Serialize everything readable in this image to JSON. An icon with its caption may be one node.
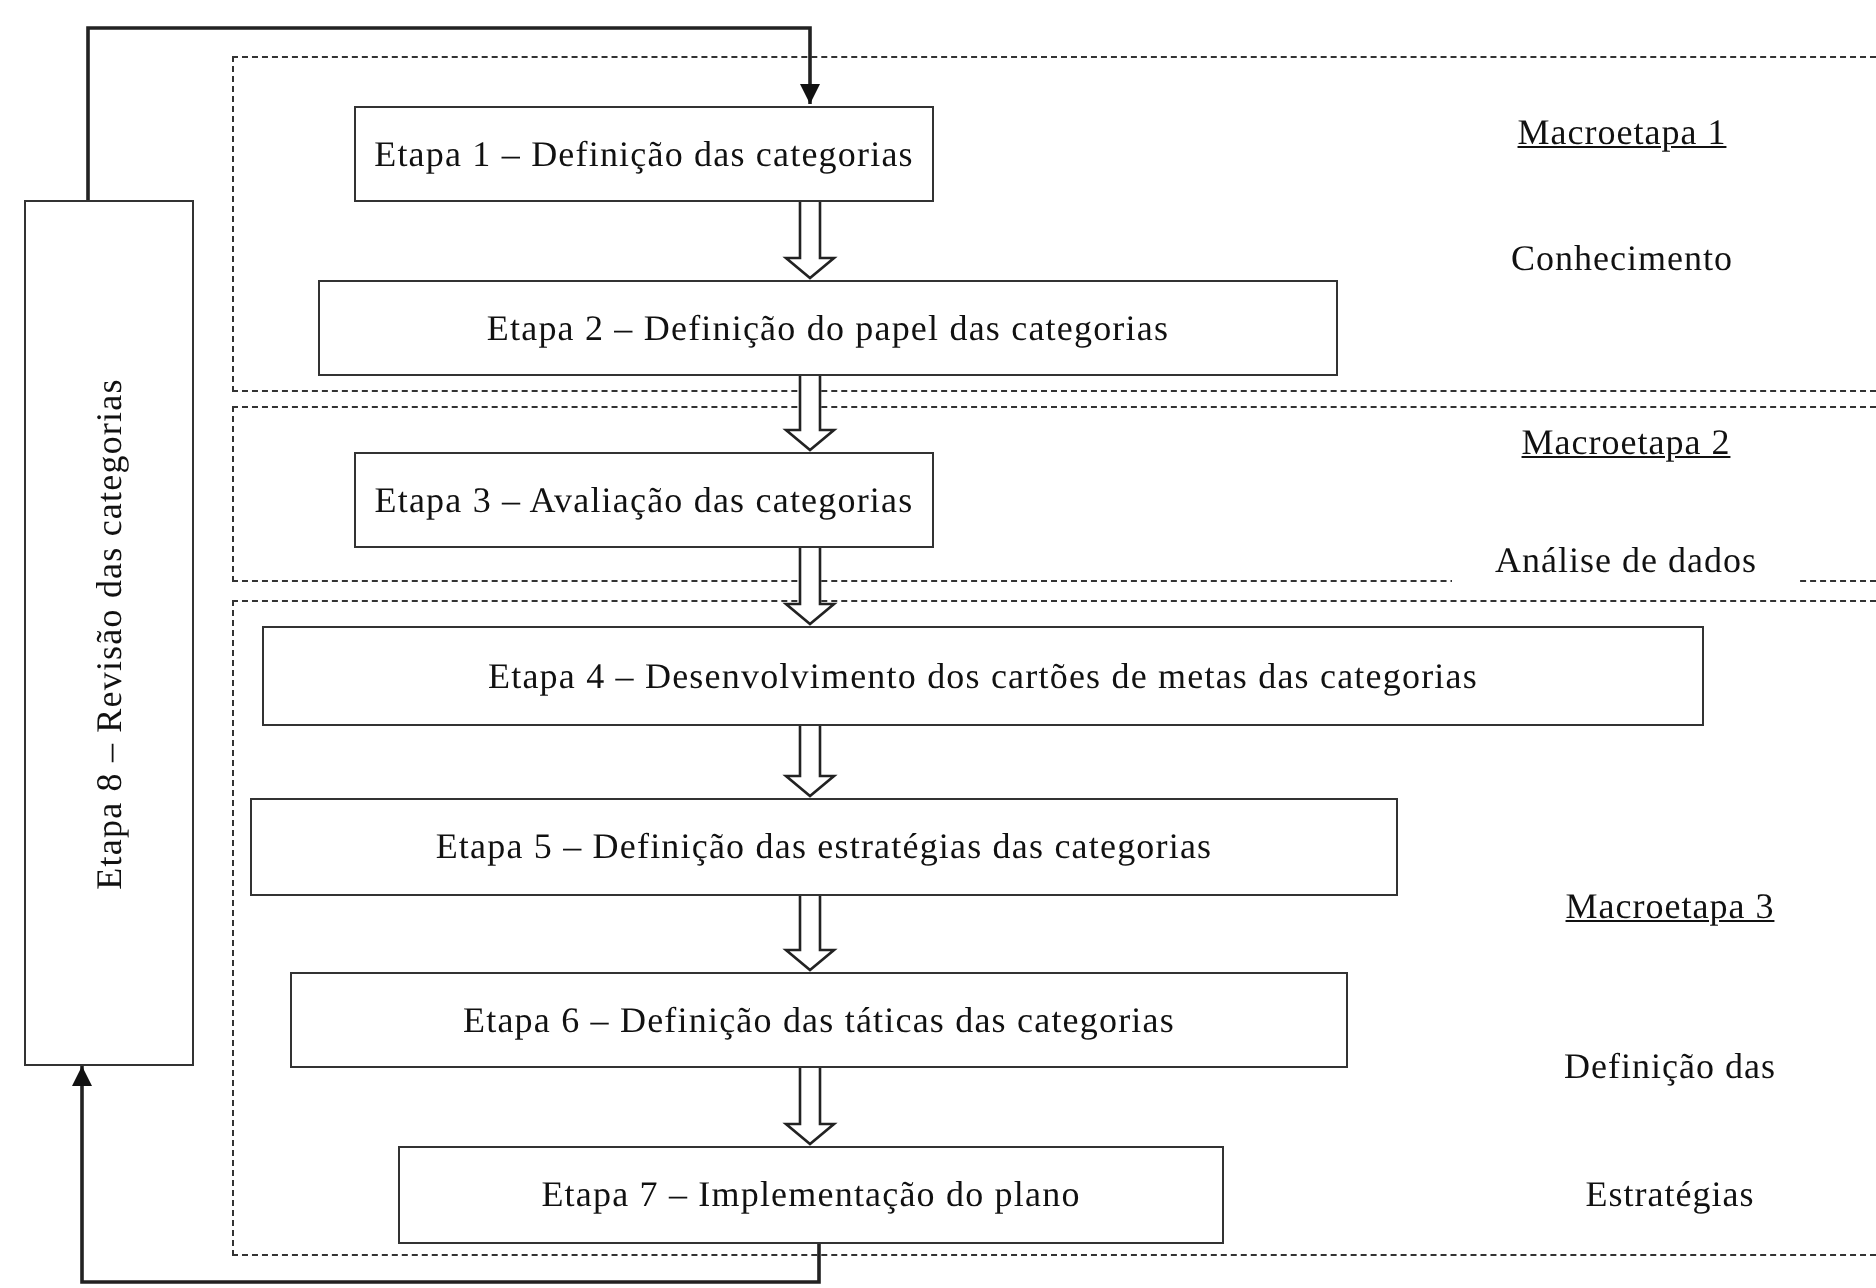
{
  "diagram": {
    "nodes": [
      {
        "text": [
          "Macroetapa 1",
          "Conhecimento"
        ]
      },
      {
        "text": [
          "Etapa 1 – Definição das categorias"
        ],
        "in": 0
      },
      {
        "text": [
          "Etapa 2 – Definição do papel das categorias"
        ],
        "in": 0
      },
      {
        "text": [
          "Macroetapa 2",
          "Análise de dados"
        ]
      },
      {
        "text": [
          "Etapa 3 – Avaliação das categorias"
        ],
        "in": 3
      },
      {
        "text": [
          "Macroetapa 3",
          "Definição das Estratégias"
        ]
      },
      {
        "text": [
          "Etapa 4 – Desenvolvimento dos cartões de metas das categorias"
        ],
        "in": 5
      },
      {
        "text": [
          "Etapa 5 – Definição das estratégias das categorias"
        ],
        "in": 5
      },
      {
        "text": [
          "Etapa 6 – Definição das táticas das categorias"
        ],
        "in": 5
      },
      {
        "text": [
          "Etapa 7 – Implementação do plano"
        ],
        "in": 5
      },
      {
        "text": [
          "Etapa 8 – Revisão das categorias"
        ]
      }
    ],
    "edges": [
      {
        "from": 1,
        "to": 2,
        "arrow": "to",
        "style": "thick"
      },
      {
        "from": 2,
        "to": 4,
        "arrow": "to",
        "style": "thick"
      },
      {
        "from": 4,
        "to": 6,
        "arrow": "to",
        "style": "thick"
      },
      {
        "from": 6,
        "to": 7,
        "arrow": "to",
        "style": "thick"
      },
      {
        "from": 7,
        "to": 8,
        "arrow": "to",
        "style": "thick"
      },
      {
        "from": 8,
        "to": 9,
        "arrow": "to",
        "style": "thick"
      },
      {
        "from": 9,
        "to": 10,
        "arrow": "to"
      },
      {
        "from": 10,
        "to": 1,
        "arrow": "to"
      }
    ]
  }
}
